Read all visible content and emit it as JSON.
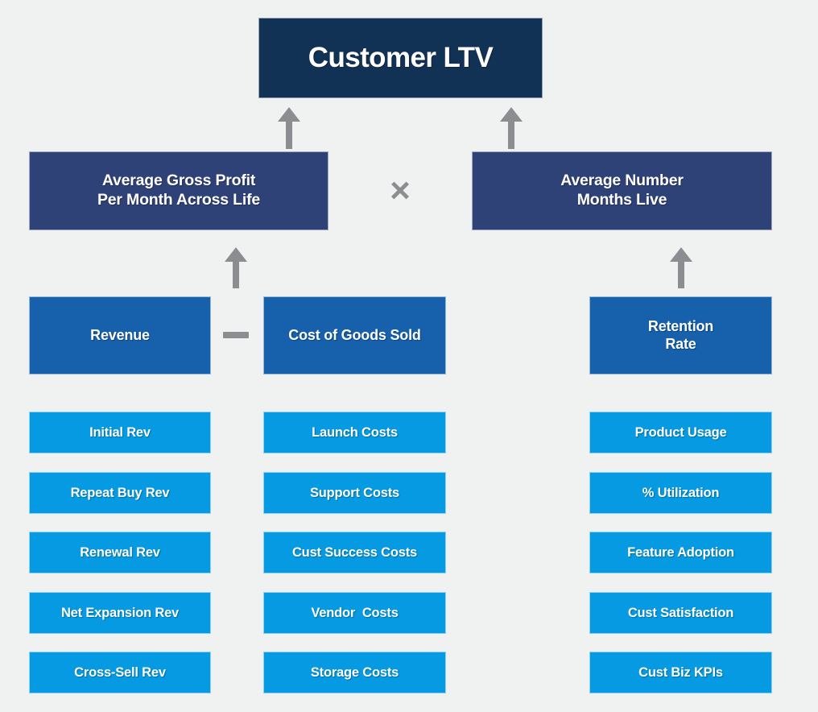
{
  "diagram": {
    "title": "Customer LTV",
    "background_color": "#f0f2f1",
    "colors": {
      "root": "#123255",
      "driver": "#2f4278",
      "component": "#1660ac",
      "leaf": "#069ae2",
      "operator": "#8b8d90",
      "text": "#ffffff"
    },
    "root": {
      "label": "Customer LTV"
    },
    "operators": {
      "multiply": "×",
      "minus": "—",
      "arrow_up": "arrow-up-icon"
    },
    "drivers": [
      {
        "line1": "Average Gross Profit",
        "line2": "Per Month Across Life"
      },
      {
        "line1": "Average Number",
        "line2": "Months Live"
      }
    ],
    "components": [
      {
        "line1": "Revenue",
        "line2": ""
      },
      {
        "line1": "Cost of Goods Sold",
        "line2": ""
      },
      {
        "line1": "Retention",
        "line2": "Rate"
      }
    ],
    "leaf_columns": [
      {
        "parent": "Revenue",
        "items": [
          "Initial Rev",
          "Repeat Buy Rev",
          "Renewal Rev",
          "Net Expansion Rev",
          "Cross-Sell Rev"
        ]
      },
      {
        "parent": "Cost of Goods Sold",
        "items": [
          "Launch Costs",
          "Support Costs",
          "Cust Success Costs",
          "Vendor  Costs",
          "Storage Costs"
        ]
      },
      {
        "parent": "Retention Rate",
        "items": [
          "Product Usage",
          "% Utilization",
          "Feature Adoption",
          "Cust Satisfaction",
          "Cust Biz KPIs"
        ]
      }
    ]
  }
}
